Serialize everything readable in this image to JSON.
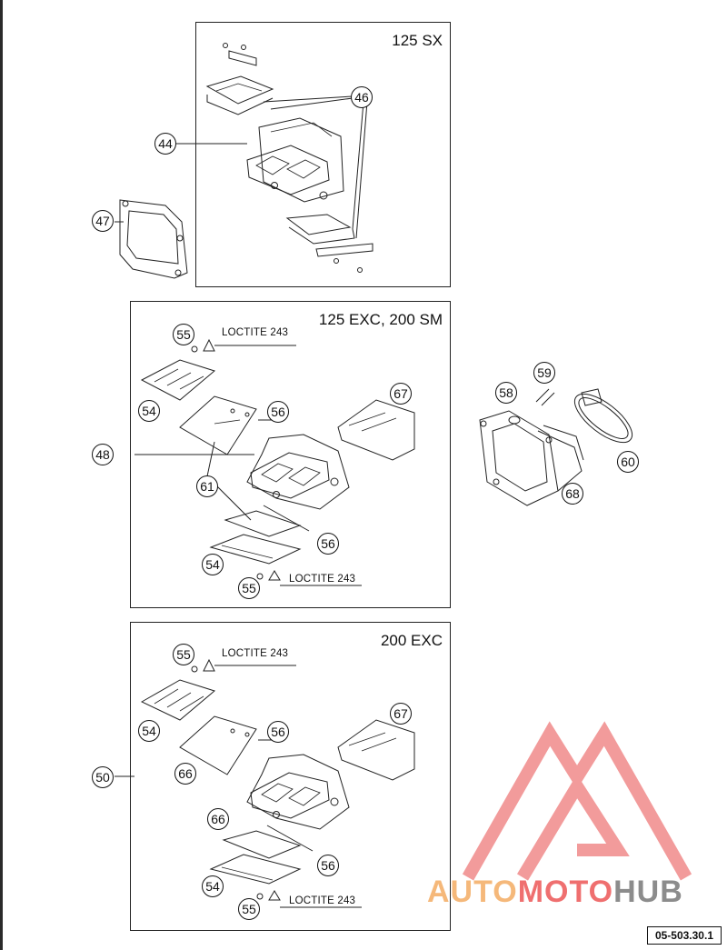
{
  "panels": [
    {
      "title": "125 SX"
    },
    {
      "title": "125 EXC, 200 SM"
    },
    {
      "title": "200 EXC"
    }
  ],
  "callouts": {
    "p44": "44",
    "p46": "46",
    "p47": "47",
    "p48": "48",
    "p55a": "55",
    "p54a": "54",
    "p56a": "56",
    "p67a": "67",
    "p61": "61",
    "p56b": "56",
    "p54b": "54",
    "p55b": "55",
    "p58": "58",
    "p59": "59",
    "p60": "60",
    "p68": "68",
    "p50": "50",
    "p55c": "55",
    "p54c": "54",
    "p56c": "56",
    "p66a": "66",
    "p67b": "67",
    "p66b": "66",
    "p56d": "56",
    "p54d": "54",
    "p55d": "55"
  },
  "notes": {
    "loctite": "LOCTITE 243"
  },
  "diagram_code": "05-503.30.1",
  "watermark": {
    "part1": "AUTO",
    "part2": "MOTO",
    "part3": "HUB",
    "colors": {
      "auto": "#f5b87a",
      "moto": "#ef6f6f",
      "hub": "#8c8c8c"
    }
  }
}
